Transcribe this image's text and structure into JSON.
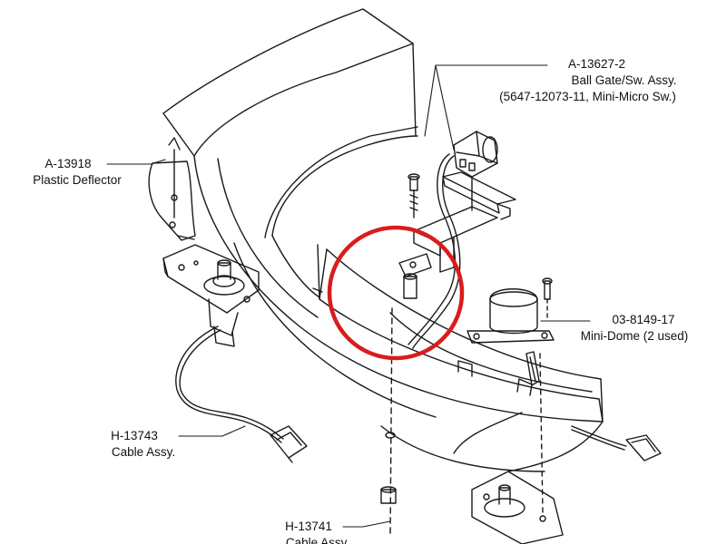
{
  "callouts": {
    "ball_gate": {
      "part_number": "A-13627-2",
      "name": "Ball Gate/Sw. Assy.",
      "detail": "(5647-12073-11, Mini-Micro Sw.)"
    },
    "plastic_deflector": {
      "part_number": "A-13918",
      "name": "Plastic Deflector"
    },
    "mini_dome": {
      "part_number": "03-8149-17",
      "name": "Mini-Dome (2 used)"
    },
    "cable_assy_left": {
      "part_number": "H-13743",
      "name": "Cable Assy."
    },
    "cable_assy_bottom": {
      "part_number": "H-13741",
      "name": "Cable Assy."
    }
  },
  "colors": {
    "line_art": "#1a1a1a",
    "highlight_circle": "#d91c1c",
    "background": "#ffffff"
  },
  "icons": {
    "highlight": "red-circle-highlight"
  }
}
